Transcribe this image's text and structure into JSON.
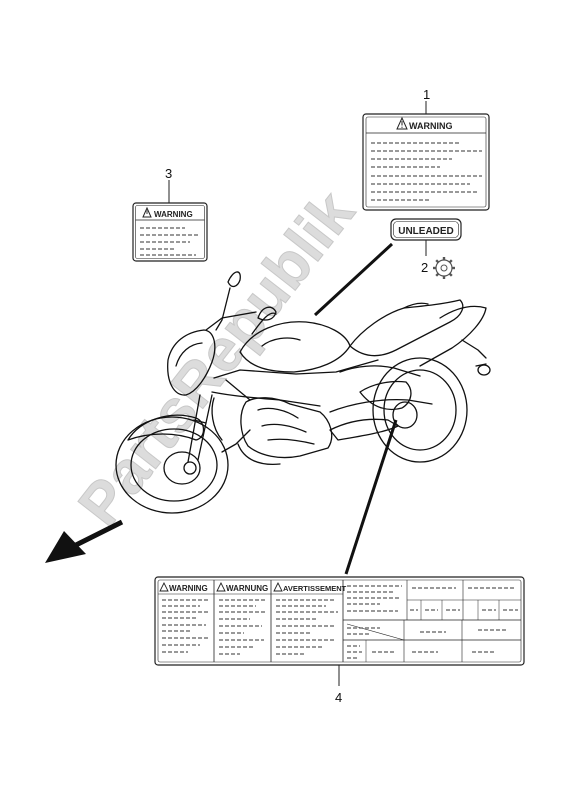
{
  "watermark": "PartsRepublik",
  "callouts": {
    "c1": "1",
    "c2": "2",
    "c3": "3",
    "c4": "4"
  },
  "label1": {
    "title": "WARNING"
  },
  "label2": {
    "text": "UNLEADED"
  },
  "label3": {
    "title": "WARNING"
  },
  "label4": {
    "col1": "WARNING",
    "col2": "WARNUNG",
    "col3": "AVERTISSEMENT"
  },
  "colors": {
    "line": "#222222",
    "watermark": "#d9d9d9"
  },
  "icons": [
    "warning-triangle-icon",
    "gear-icon",
    "direction-arrow-icon"
  ]
}
